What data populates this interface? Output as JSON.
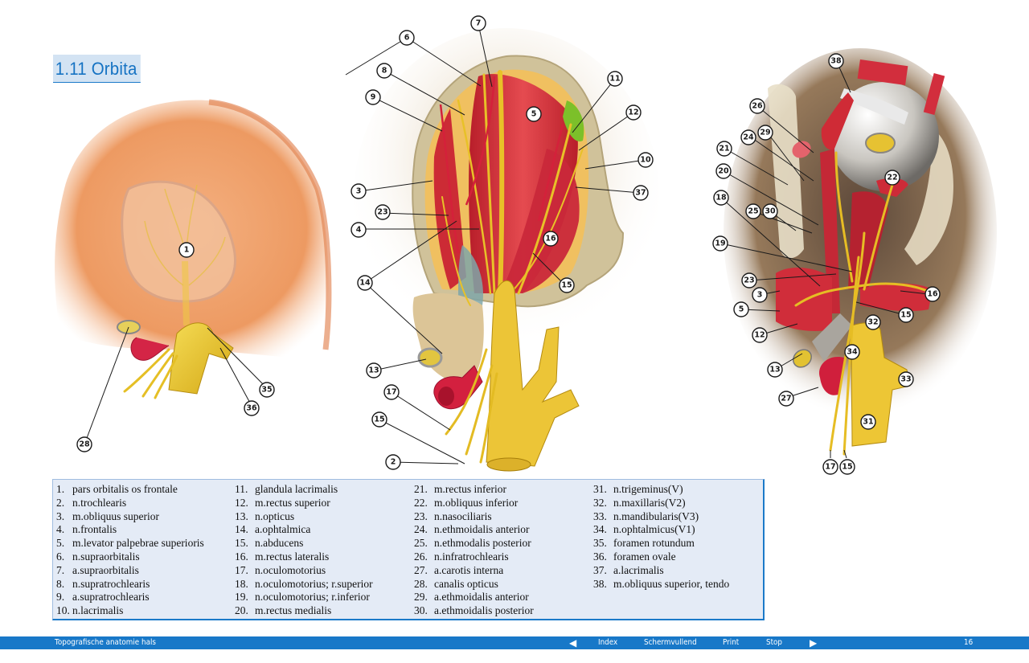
{
  "page": {
    "title": "1.11 Orbita"
  },
  "colors": {
    "accent": "#1878c8",
    "title_bg": "#d3e3f3",
    "legend_bg": "#e4ebf6",
    "bone": "#f0a96a",
    "muscle": "#d8303a",
    "nerve": "#e8c020",
    "artery": "#d81f3c"
  },
  "figures": [
    {
      "name": "skull-orbit-view",
      "callouts": [
        "1",
        "28",
        "35",
        "36"
      ]
    },
    {
      "name": "orbit-superior-view",
      "callouts": [
        "7",
        "6",
        "8",
        "9",
        "11",
        "5",
        "12",
        "10",
        "3",
        "37",
        "23",
        "4",
        "16",
        "14",
        "15",
        "13",
        "17",
        "15",
        "2"
      ]
    },
    {
      "name": "orbit-lateral-view",
      "callouts": [
        "38",
        "26",
        "29",
        "24",
        "21",
        "22",
        "20",
        "18",
        "25",
        "30",
        "19",
        "23",
        "3",
        "16",
        "5",
        "15",
        "32",
        "12",
        "34",
        "13",
        "33",
        "27",
        "31",
        "17",
        "15"
      ]
    }
  ],
  "legend": {
    "columns": [
      [
        {
          "num": "1.",
          "label": "pars orbitalis os frontale"
        },
        {
          "num": "2.",
          "label": "n.trochlearis"
        },
        {
          "num": "3.",
          "label": "m.obliquus superior"
        },
        {
          "num": "4.",
          "label": "n.frontalis"
        },
        {
          "num": "5.",
          "label": "m.levator palpebrae superioris"
        },
        {
          "num": "6.",
          "label": "n.supraorbitalis"
        },
        {
          "num": "7.",
          "label": "a.supraorbitalis"
        },
        {
          "num": "8.",
          "label": "n.supratrochlearis"
        },
        {
          "num": "9.",
          "label": "a.supratrochlearis"
        },
        {
          "num": "10.",
          "label": "n.lacrimalis"
        }
      ],
      [
        {
          "num": "11.",
          "label": "glandula lacrimalis"
        },
        {
          "num": "12.",
          "label": "m.rectus superior"
        },
        {
          "num": "13.",
          "label": "n.opticus"
        },
        {
          "num": "14.",
          "label": "a.ophtalmica"
        },
        {
          "num": "15.",
          "label": "n.abducens"
        },
        {
          "num": "16.",
          "label": "m.rectus lateralis"
        },
        {
          "num": "17.",
          "label": "n.oculomotorius"
        },
        {
          "num": "18.",
          "label": "n.oculomotorius; r.superior"
        },
        {
          "num": "19.",
          "label": "n.oculomotorius; r.inferior"
        },
        {
          "num": "20.",
          "label": "m.rectus medialis"
        }
      ],
      [
        {
          "num": "21.",
          "label": "m.rectus inferior"
        },
        {
          "num": "22.",
          "label": "m.obliquus inferior"
        },
        {
          "num": "23.",
          "label": "n.nasociliaris"
        },
        {
          "num": "24.",
          "label": "n.ethmoidalis anterior"
        },
        {
          "num": "25.",
          "label": "n.ethmodalis posterior"
        },
        {
          "num": "26.",
          "label": "n.infratrochlearis"
        },
        {
          "num": "27.",
          "label": "a.carotis interna"
        },
        {
          "num": "28.",
          "label": "canalis opticus"
        },
        {
          "num": "29.",
          "label": "a.ethmoidalis anterior"
        },
        {
          "num": "30.",
          "label": "a.ethmoidalis posterior"
        }
      ],
      [
        {
          "num": "31.",
          "label": "n.trigeminus(V)"
        },
        {
          "num": "32.",
          "label": "n.maxillaris(V2)"
        },
        {
          "num": "33.",
          "label": "n.mandibularis(V3)"
        },
        {
          "num": "34.",
          "label": "n.ophtalmicus(V1)"
        },
        {
          "num": "35.",
          "label": "foramen rotundum"
        },
        {
          "num": "36.",
          "label": "foramen ovale"
        },
        {
          "num": "37.",
          "label": "a.lacrimalis"
        },
        {
          "num": "38.",
          "label": "m.obliquus superior, tendo"
        }
      ]
    ]
  },
  "footer": {
    "section": "Topografische anatomie hals",
    "prev_icon": "triangle-left-icon",
    "index": "Index",
    "fullscreen": "Schermvullend",
    "print": "Print",
    "stop": "Stop",
    "next_icon": "triangle-right-icon",
    "page_number": "16"
  }
}
